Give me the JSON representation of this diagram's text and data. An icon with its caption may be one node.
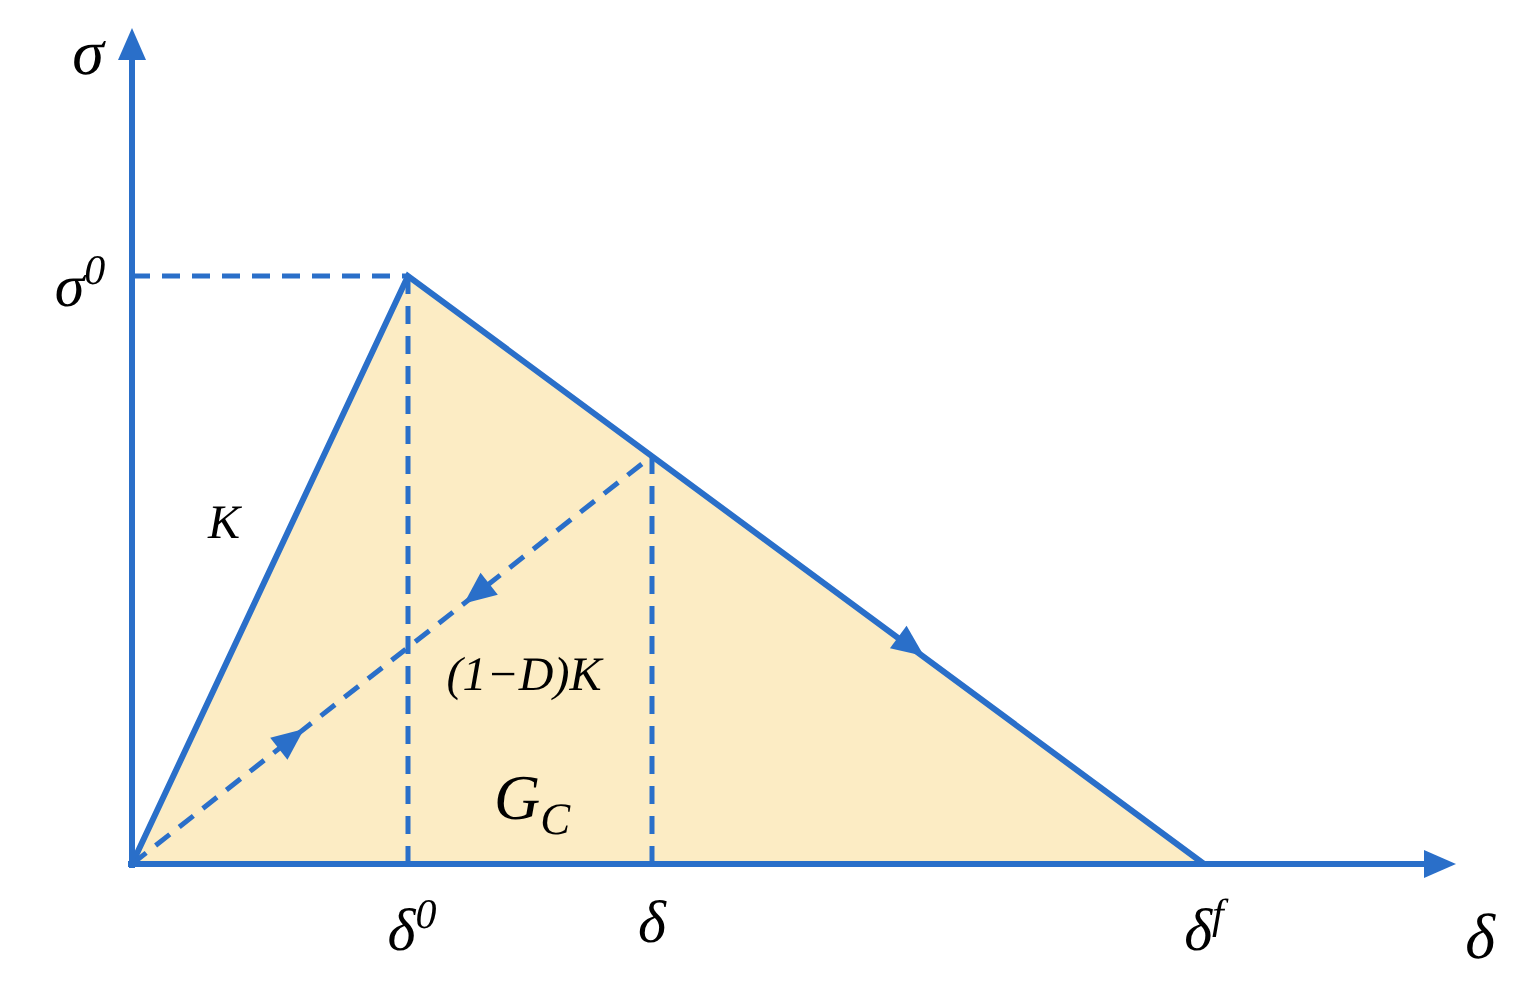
{
  "diagram": {
    "labels": [
      "σ",
      "σ$^{0}$",
      "K",
      "(1−D)K",
      "G$_{C}$",
      "δ$^{0}$",
      "δ",
      "δ$^{f}$",
      "δ"
    ]
  }
}
